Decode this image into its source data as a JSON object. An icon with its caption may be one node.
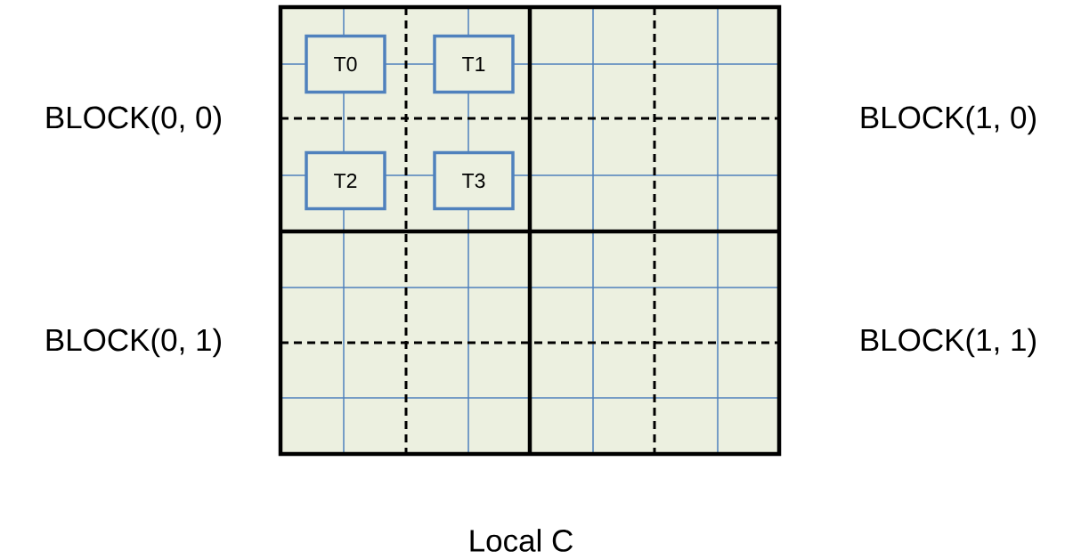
{
  "diagram": {
    "caption": "Local C",
    "nodes": [
      {
        "text": [
          "T0"
        ]
      },
      {
        "text": [
          "T1"
        ]
      },
      {
        "text": [
          "T2"
        ]
      },
      {
        "text": [
          "T3"
        ]
      }
    ],
    "labels": [
      "BLOCK(0, 0)",
      "BLOCK(1, 0)",
      "BLOCK(0, 1)",
      "BLOCK(1, 1)"
    ]
  }
}
